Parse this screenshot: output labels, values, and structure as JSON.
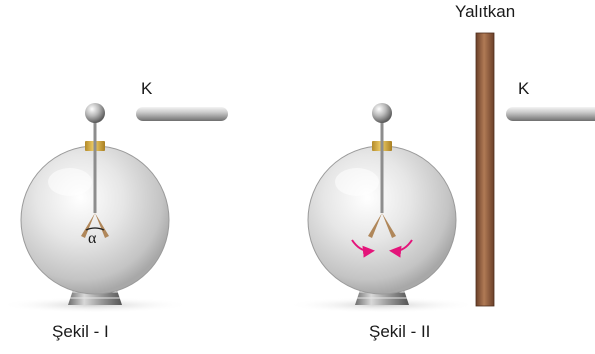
{
  "figures": [
    {
      "caption": "Şekil - I",
      "rod_label": "K",
      "angle_symbol": "α"
    },
    {
      "caption": "Şekil - II",
      "rod_label": "K"
    }
  ],
  "insulator": {
    "label": "Yalıtkan"
  },
  "colors": {
    "leaf": "#b0875a",
    "arrow": "#e4147a",
    "insulator": "#8a5a3c",
    "collar": "#d9b042"
  }
}
